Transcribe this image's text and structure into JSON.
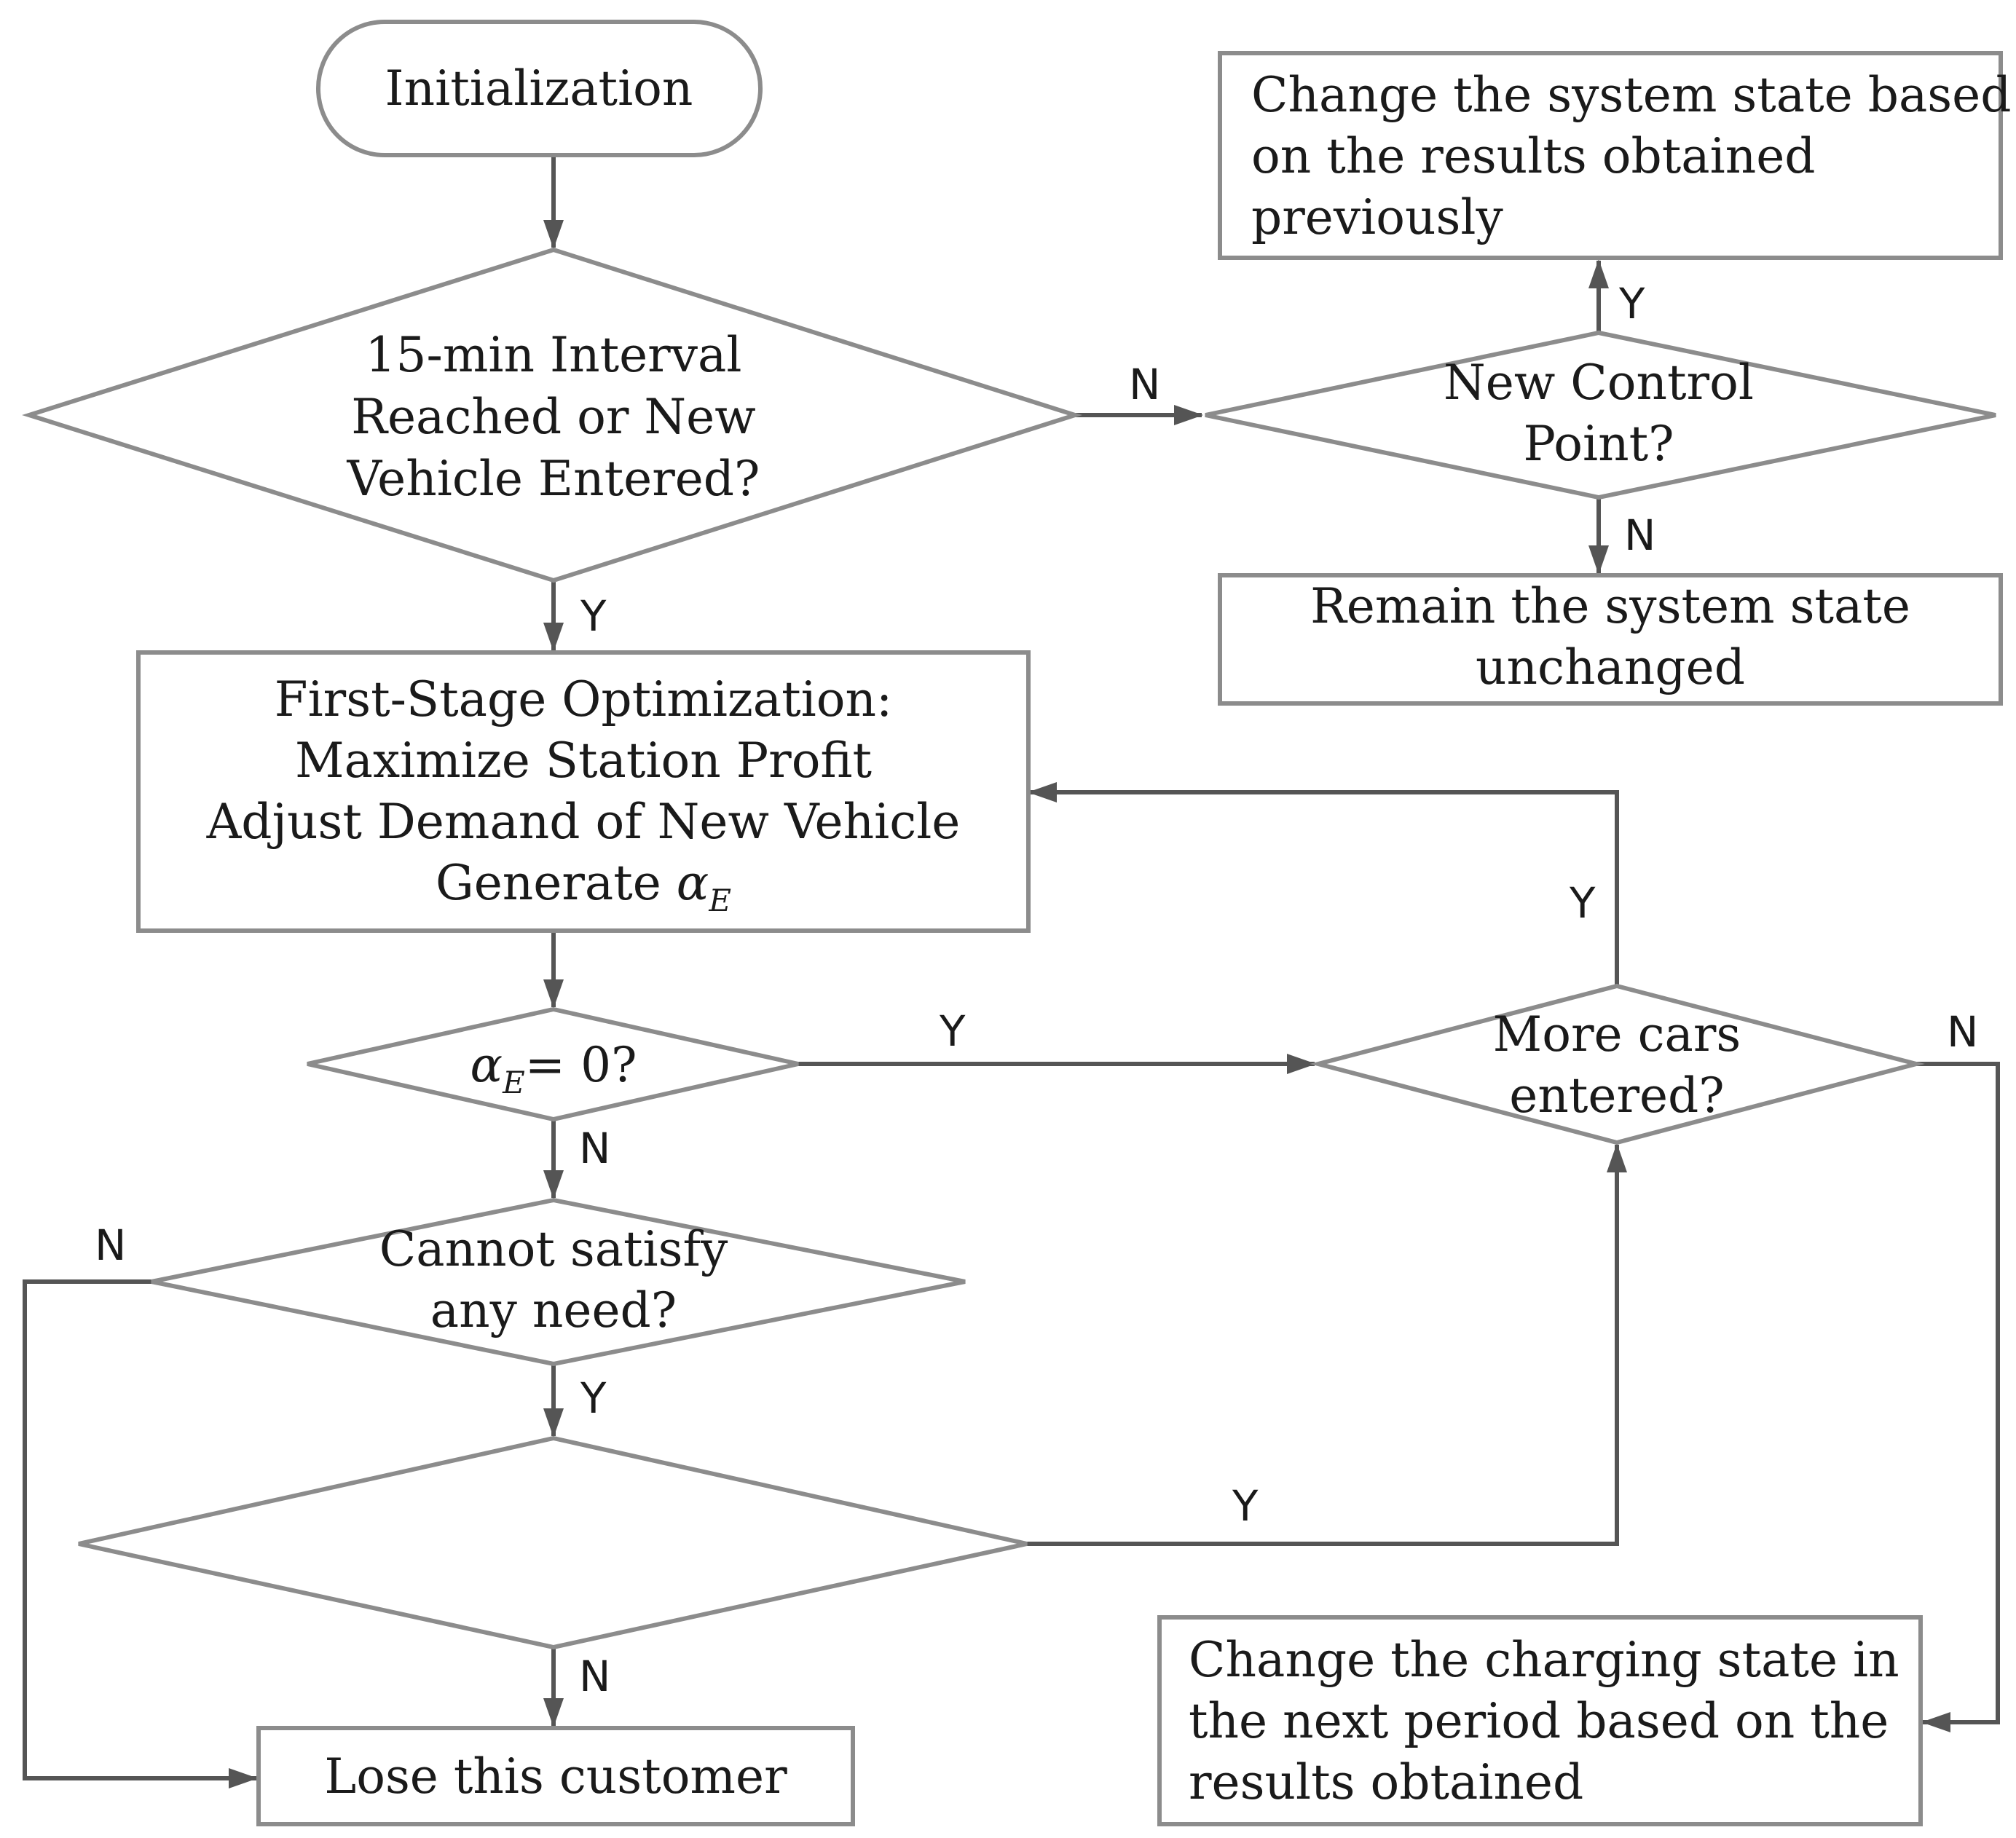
{
  "nodes": {
    "init": {
      "lines": [
        "Initialization"
      ]
    },
    "decision_interval": {
      "lines": [
        "15-min Interval",
        "Reached or New",
        "Vehicle Entered?"
      ]
    },
    "decision_control_point": {
      "lines": [
        "New Control",
        "Point?"
      ]
    },
    "box_change_system": {
      "lines": [
        "Change the system state based",
        "on the results obtained",
        "previously"
      ]
    },
    "box_remain_system": {
      "lines": [
        "Remain the system state",
        "unchanged"
      ]
    },
    "box_first_stage": {
      "lines": [
        "First-Stage Optimization:",
        "Maximize Station Profit",
        "Adjust Demand of New Vehicle"
      ],
      "generate_prefix": "Generate ",
      "alpha_symbol": "α",
      "alpha_subscript": "E"
    },
    "decision_alpha": {
      "alpha_symbol": "α",
      "alpha_subscript": "E",
      "suffix": "= 0?"
    },
    "decision_cannot_satisfy": {
      "lines": [
        "Cannot satisfy",
        "any need?"
      ]
    },
    "decision_empty": {
      "lines": []
    },
    "decision_more_cars": {
      "lines": [
        "More cars",
        "entered?"
      ]
    },
    "box_lose_customer": {
      "lines": [
        "Lose this customer"
      ]
    },
    "box_change_charging": {
      "lines": [
        "Change the charging state in",
        "the next period based on the",
        "results obtained"
      ]
    }
  },
  "edge_labels": {
    "interval_no": "N",
    "interval_yes": "Y",
    "control_point_yes": "Y",
    "control_point_no": "N",
    "alpha_yes": "Y",
    "alpha_no": "N",
    "cannot_satisfy_no": "N",
    "cannot_satisfy_yes": "Y",
    "empty_yes": "Y",
    "empty_no": "N",
    "more_cars_yes": "Y",
    "more_cars_no": "N"
  }
}
